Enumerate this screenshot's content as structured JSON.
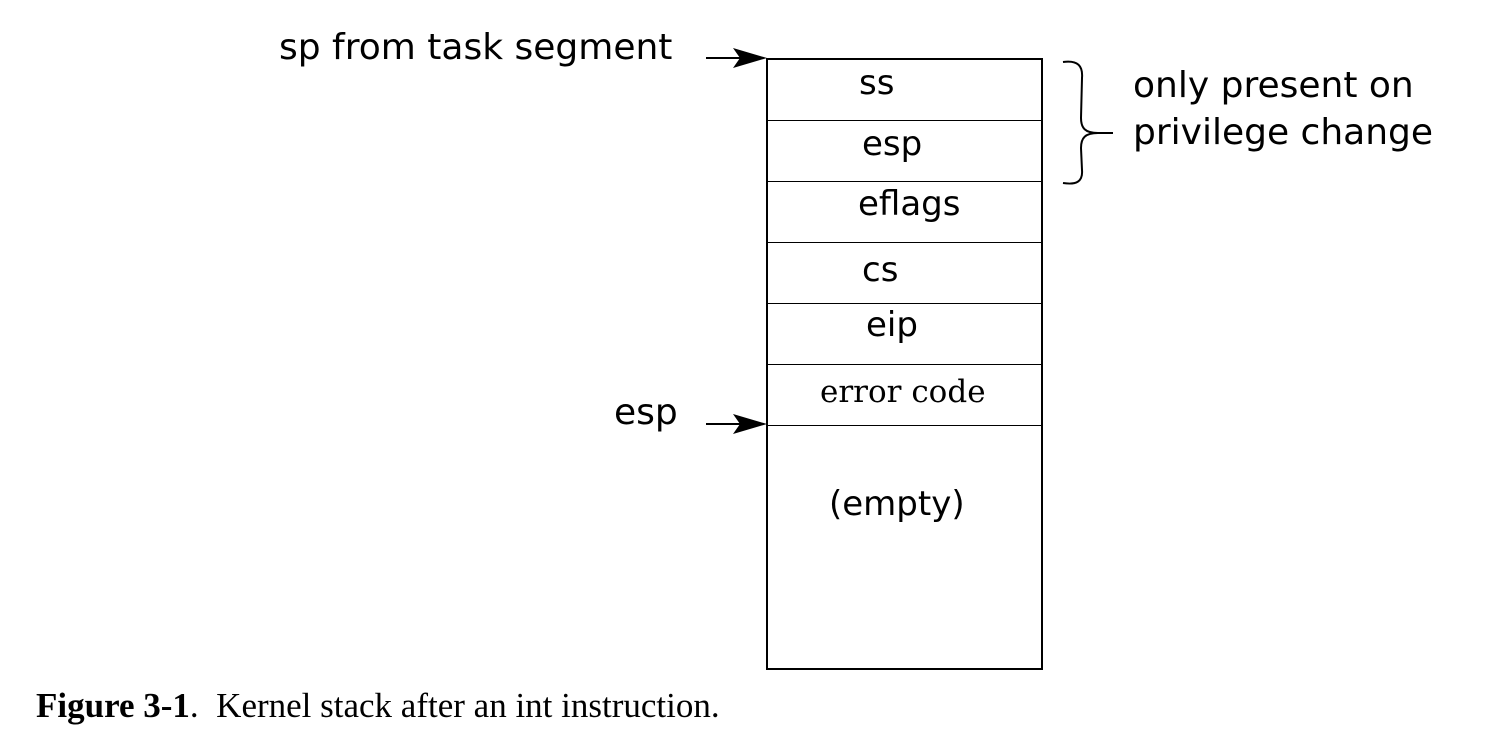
{
  "diagram": {
    "top_pointer_label": "sp from task segment",
    "esp_pointer_label": "esp",
    "brace_label_line1": "only present on",
    "brace_label_line2": "privilege change",
    "stack_slots": [
      "ss",
      "esp",
      "eflags",
      "cs",
      "eip",
      "error code"
    ],
    "empty_label": "(empty)"
  },
  "caption": {
    "figure_number": "Figure 3-1",
    "separator": ".",
    "text": "Kernel stack after an int instruction."
  }
}
